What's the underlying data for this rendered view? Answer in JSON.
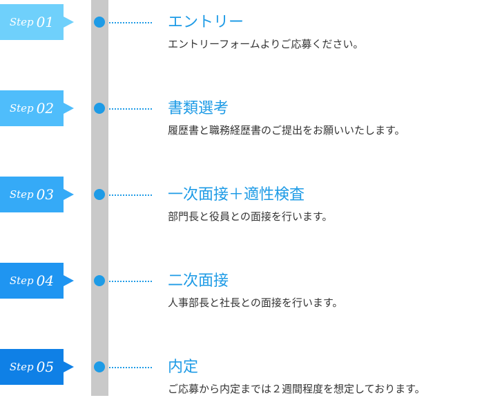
{
  "steps": [
    {
      "label": "Step",
      "num": "01",
      "color": "#6fd0fb",
      "title": "エントリー",
      "desc": "エントリーフォームよりご応募ください。"
    },
    {
      "label": "Step",
      "num": "02",
      "color": "#4fbdfb",
      "title": "書類選考",
      "desc": "履歴書と職務経歴書のご提出をお願いいたします。"
    },
    {
      "label": "Step",
      "num": "03",
      "color": "#35aaf7",
      "title": "一次面接＋適性検査",
      "desc": "部門長と役員との面接を行います。"
    },
    {
      "label": "Step",
      "num": "04",
      "color": "#1f95f1",
      "title": "二次面接",
      "desc": "人事部長と社長との面接を行います。"
    },
    {
      "label": "Step",
      "num": "05",
      "color": "#0f80e6",
      "title": "内定",
      "desc": "ご応募から内定までは２週間程度を想定しております。"
    }
  ]
}
